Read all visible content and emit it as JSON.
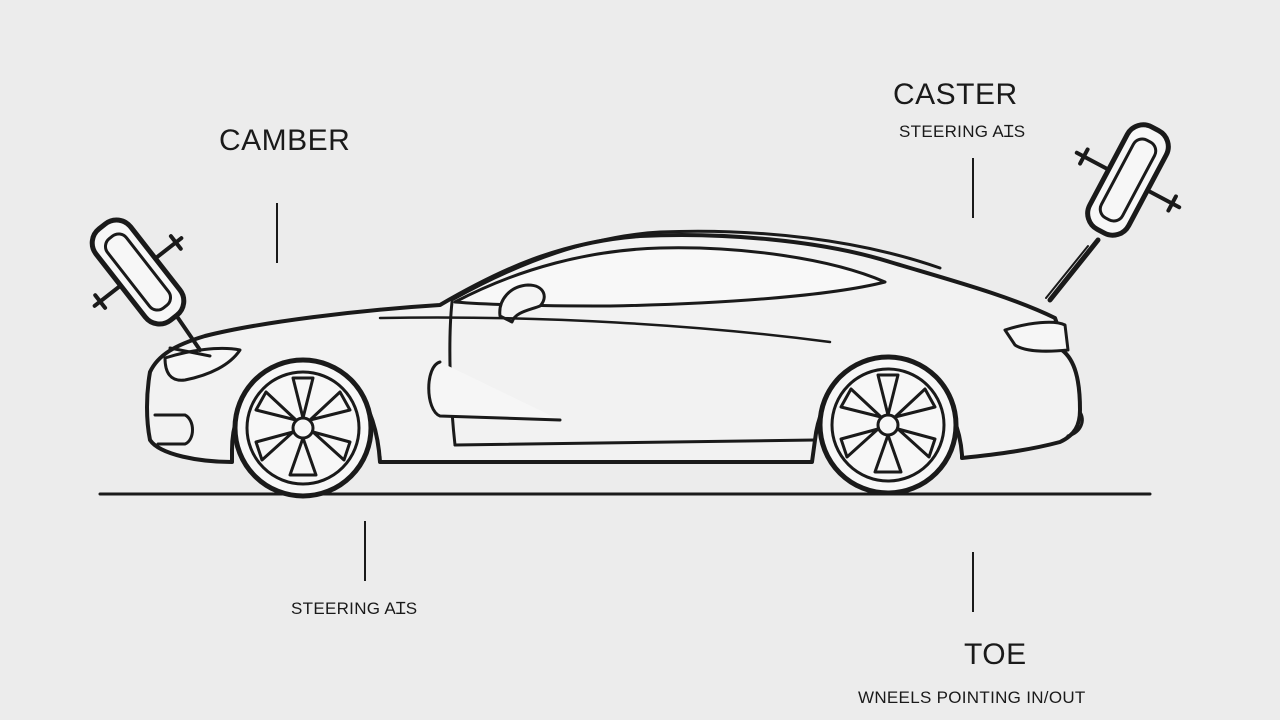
{
  "labels": {
    "camber": "CAMBER",
    "caster": "CASTER",
    "caster_sub": "STEERING AꞮS",
    "steering_axis": "STEERING AꞮS",
    "toe": "TOE",
    "toe_sub": "WNEELS POINTING IN/OUT"
  },
  "colors": {
    "background": "#ececec",
    "line": "#1a1a1a",
    "fill": "#f4f4f4"
  },
  "icons": {
    "camber_wheel": "wheel-icon",
    "caster_wheel": "wheel-icon"
  }
}
